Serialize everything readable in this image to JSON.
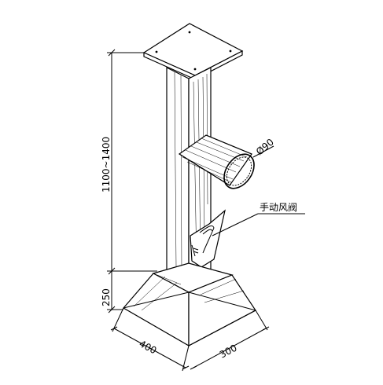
{
  "dimensions": {
    "column_height": "1100~1400",
    "base_height": "250",
    "base_width": "400",
    "base_depth": "300",
    "pipe_diameter": "Ø90"
  },
  "labels": {
    "manual_damper": "手动风阀"
  }
}
